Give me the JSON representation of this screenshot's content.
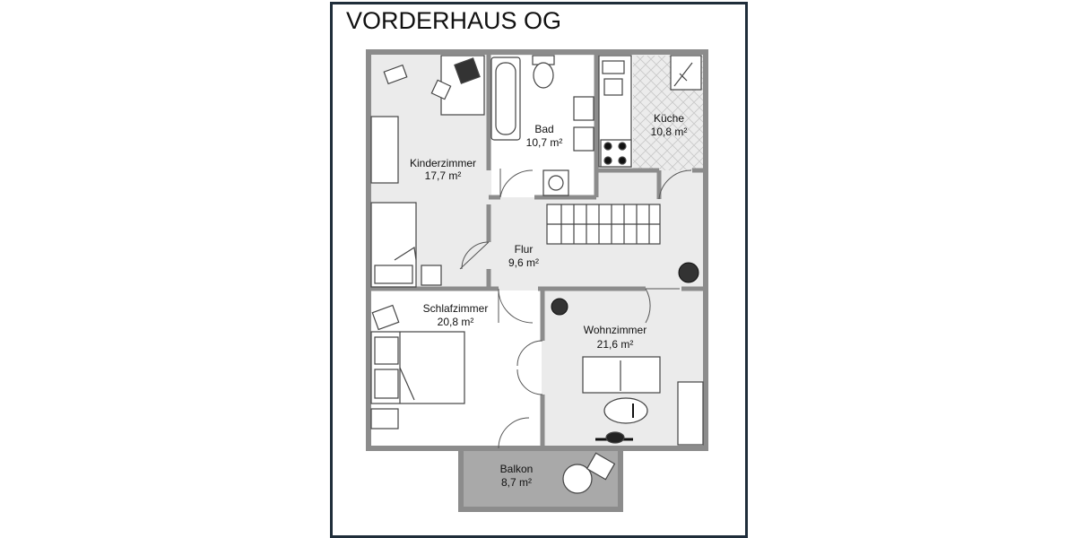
{
  "title": "VORDERHAUS OG",
  "rooms": {
    "kinderzimmer": {
      "name": "Kinderzimmer",
      "area": "17,7 m²"
    },
    "bad": {
      "name": "Bad",
      "area": "10,7 m²"
    },
    "kueche": {
      "name": "Küche",
      "area": "10,8 m²"
    },
    "flur": {
      "name": "Flur",
      "area": "9,6 m²"
    },
    "schlafzimmer": {
      "name": "Schlafzimmer",
      "area": "20,8 m²"
    },
    "wohnzimmer": {
      "name": "Wohnzimmer",
      "area": "21,6 m²"
    },
    "balkon": {
      "name": "Balkon",
      "area": "8,7 m²"
    }
  },
  "colors": {
    "frame": "#1f2d3a",
    "wall": "#8c8c8c",
    "floor": "#ebebeb",
    "balcony": "#a9a9a9",
    "tile": "#dcdcdc"
  }
}
